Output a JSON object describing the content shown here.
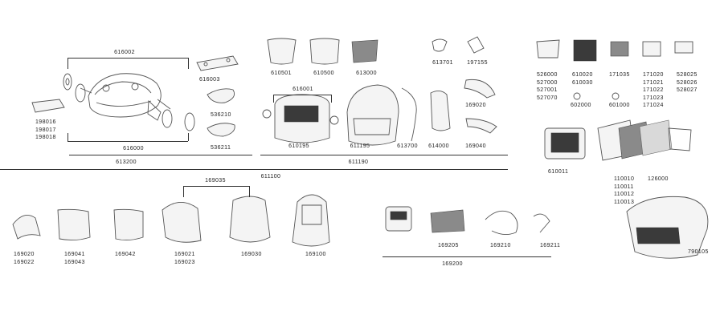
{
  "parts": {
    "p616002": [
      "616002"
    ],
    "p616003": [
      "616003"
    ],
    "p536210": [
      "536210"
    ],
    "p536211": [
      "536211"
    ],
    "p198016": [
      "198016",
      "198017",
      "198018"
    ],
    "p616000": [
      "616000"
    ],
    "p613200": [
      "613200"
    ],
    "p610501": [
      "610501"
    ],
    "p610500": [
      "610500"
    ],
    "p613000": [
      "613000"
    ],
    "p613701": [
      "613701"
    ],
    "p197155": [
      "197155"
    ],
    "p616001": [
      "616001"
    ],
    "p610195": [
      "610195"
    ],
    "p611195": [
      "611195"
    ],
    "p613700": [
      "613700"
    ],
    "p614000": [
      "614000"
    ],
    "p169020a": [
      "169020"
    ],
    "p169040": [
      "169040"
    ],
    "p611190": [
      "611190"
    ],
    "p611100": [
      "611100"
    ],
    "p526000": [
      "526000",
      "527000",
      "527001",
      "527070"
    ],
    "p610020": [
      "610020",
      "610030"
    ],
    "p171035": [
      "171035"
    ],
    "p171020": [
      "171020",
      "171021",
      "171022",
      "171023",
      "171024"
    ],
    "p528025": [
      "528025",
      "528026",
      "528027"
    ],
    "p602000": [
      "602000"
    ],
    "p601000": [
      "601000"
    ],
    "p610011": [
      "610011"
    ],
    "p110010": [
      "110010",
      "110011",
      "110012",
      "110013"
    ],
    "p126000": [
      "126000"
    ],
    "p790105": [
      "790105"
    ],
    "p169035": [
      "169035"
    ],
    "p169020b": [
      "169020",
      "169022"
    ],
    "p169041": [
      "169041",
      "169043"
    ],
    "p169042": [
      "169042"
    ],
    "p169021": [
      "169021",
      "169023"
    ],
    "p169030": [
      "169030"
    ],
    "p169100": [
      "169100"
    ],
    "p169205": [
      "169205"
    ],
    "p169210": [
      "169210"
    ],
    "p169211": [
      "169211"
    ],
    "p169200": [
      "169200"
    ]
  }
}
